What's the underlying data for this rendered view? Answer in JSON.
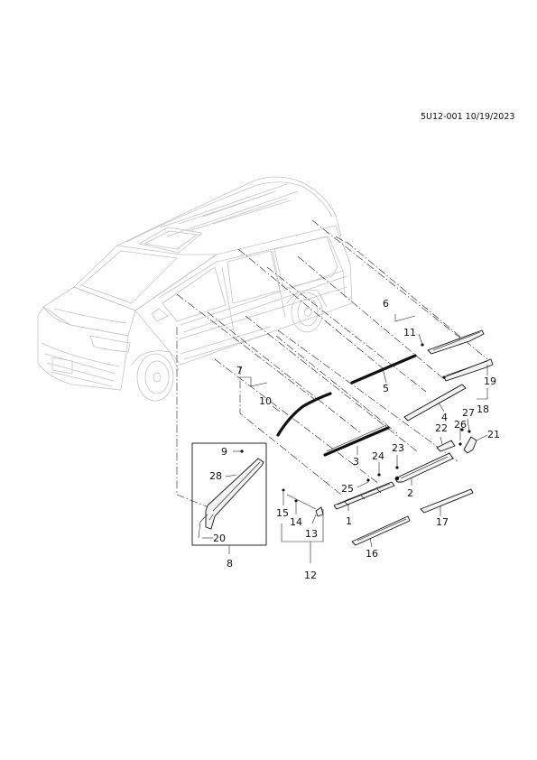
{
  "document": {
    "id_date": "5U12-001 10/19/2023"
  },
  "callouts": {
    "c1": "1",
    "c2": "2",
    "c3": "3",
    "c4": "4",
    "c5": "5",
    "c6": "6",
    "c7": "7",
    "c8": "8",
    "c9": "9",
    "c10": "10",
    "c11": "11",
    "c12": "12",
    "c13": "13",
    "c14": "14",
    "c15": "15",
    "c16": "16",
    "c17": "17",
    "c18": "18",
    "c19": "19",
    "c20": "20",
    "c21": "21",
    "c22": "22",
    "c23": "23",
    "c24": "24",
    "c25": "25",
    "c26": "26",
    "c27": "27",
    "c28": "28"
  }
}
